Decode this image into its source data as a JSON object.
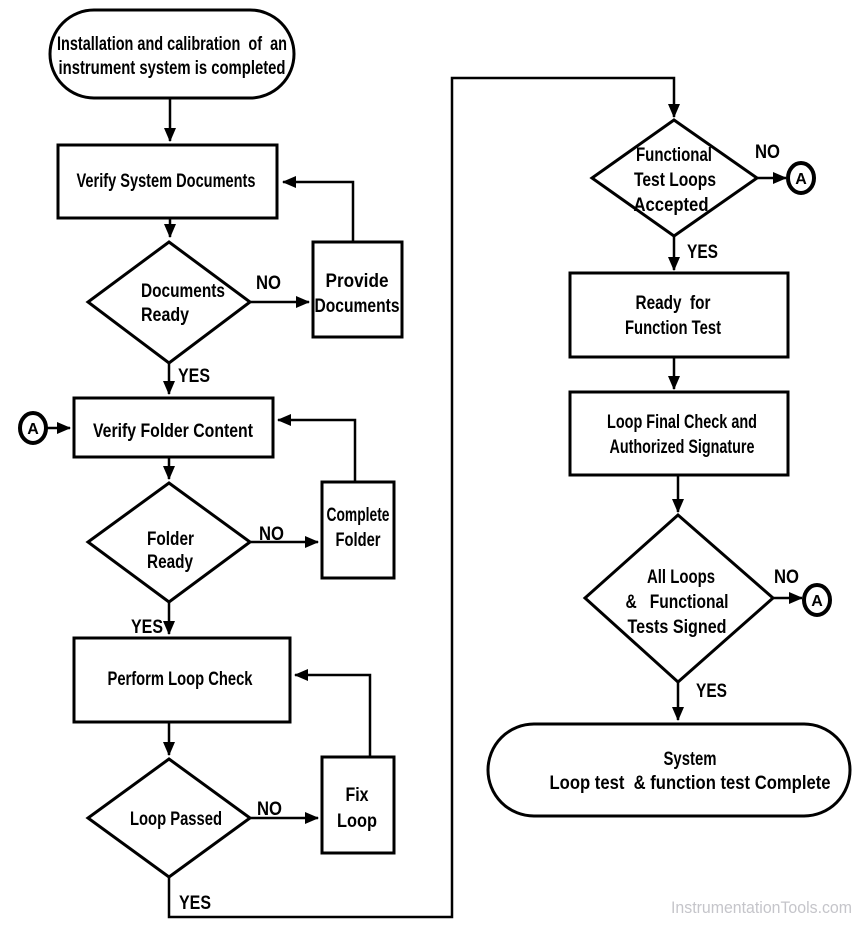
{
  "diagram": {
    "type": "flowchart",
    "colors": {
      "stroke": "#000000",
      "background": "#ffffff",
      "watermark": "#c5c5ca"
    },
    "labels": {
      "yes": "YES",
      "no": "NO",
      "connector": "A"
    },
    "watermark": "InstrumentationTools.com",
    "nodes": {
      "start": {
        "shape": "terminal",
        "line1": "Installation and calibration  of  an",
        "line2": "instrument system is completed"
      },
      "verify_system_documents": {
        "shape": "process",
        "label": "Verify System Documents"
      },
      "documents_ready": {
        "shape": "decision",
        "line1": "Documents",
        "line2": "Ready"
      },
      "provide_documents": {
        "shape": "process",
        "line1": "Provide",
        "line2": "Documents"
      },
      "verify_folder_content": {
        "shape": "process",
        "label": "Verify Folder Content"
      },
      "folder_ready": {
        "shape": "decision",
        "line1": "Folder",
        "line2": "Ready"
      },
      "complete_folder": {
        "shape": "process",
        "line1": "Complete",
        "line2": "Folder"
      },
      "perform_loop_check": {
        "shape": "process",
        "label": "Perform Loop Check"
      },
      "loop_passed": {
        "shape": "decision",
        "label": "Loop Passed"
      },
      "fix_loop": {
        "shape": "process",
        "line1": "Fix",
        "line2": "Loop"
      },
      "functional_test_loops_accepted": {
        "shape": "decision",
        "line1": "Functional",
        "line2": "Test Loops",
        "line3": "Accepted"
      },
      "ready_for_function_test": {
        "shape": "process",
        "line1": "Ready  for",
        "line2": "Function Test"
      },
      "loop_final_check": {
        "shape": "process",
        "line1": "Loop Final Check and",
        "line2": "Authorized Signature"
      },
      "all_loops_tests_signed": {
        "shape": "decision",
        "line1": "All Loops",
        "line2": "&   Functional",
        "line3": "Tests Signed"
      },
      "end": {
        "shape": "terminal",
        "line1": "System",
        "line2": "Loop test  & function test Complete"
      }
    }
  }
}
